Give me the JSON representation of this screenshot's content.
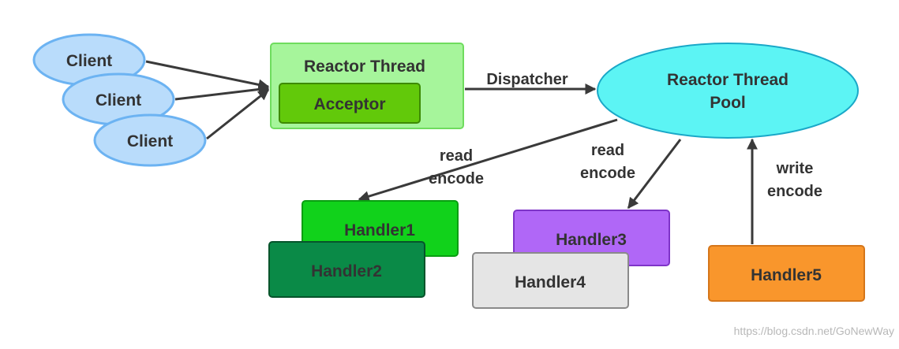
{
  "colors": {
    "client_fill": "#b9dcfb",
    "client_stroke": "#6cb3f2",
    "reactor_fill": "#a6f59b",
    "reactor_stroke": "#6fdc5e",
    "acceptor_fill": "#62c90a",
    "acceptor_stroke": "#3d8a03",
    "pool_fill": "#5cf4f4",
    "pool_stroke": "#1aa8c8",
    "handler1_fill": "#11d21b",
    "handler2_fill": "#0a8a47",
    "handler3_fill": "#b067f7",
    "handler4_fill": "#e5e5e5",
    "handler5_fill": "#f9962c",
    "arrow": "#3a3a3a"
  },
  "nodes": {
    "client1": "Client",
    "client2": "Client",
    "client3": "Client",
    "reactor_thread": "Reactor Thread",
    "acceptor": "Acceptor",
    "pool_line1": "Reactor Thread",
    "pool_line2": "Pool",
    "handler1": "Handler1",
    "handler2": "Handler2",
    "handler3": "Handler3",
    "handler4": "Handler4",
    "handler5": "Handler5"
  },
  "edges": {
    "dispatcher": "Dispatcher",
    "e1_line1": "read",
    "e1_line2": "encode",
    "e2_line1": "read",
    "e2_line2": "encode",
    "e3_line1": "write",
    "e3_line2": "encode"
  },
  "watermark": "https://blog.csdn.net/GoNewWay"
}
